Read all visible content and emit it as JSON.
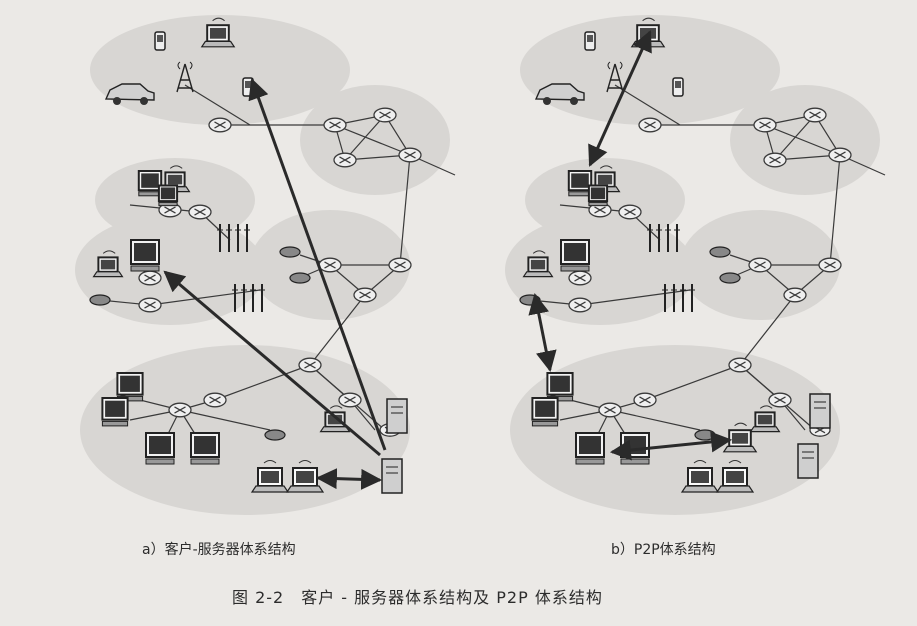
{
  "captions": {
    "a": "a）客户-服务器体系结构",
    "b": "b）P2P体系结构"
  },
  "figure_title": "图 2-2　客户 - 服务器体系结构及 P2P 体系结构",
  "colors": {
    "background": "#ebe9e6",
    "cloud": "#d8d6d3",
    "line": "#3a3a3a",
    "arrow": "#2a2a2a",
    "router": "#efefef"
  },
  "icons": [
    "router-icon",
    "laptop-icon",
    "desktop-icon",
    "server-icon",
    "phone-icon",
    "car-icon",
    "antenna-icon",
    "modem-icon",
    "pda-icon"
  ]
}
